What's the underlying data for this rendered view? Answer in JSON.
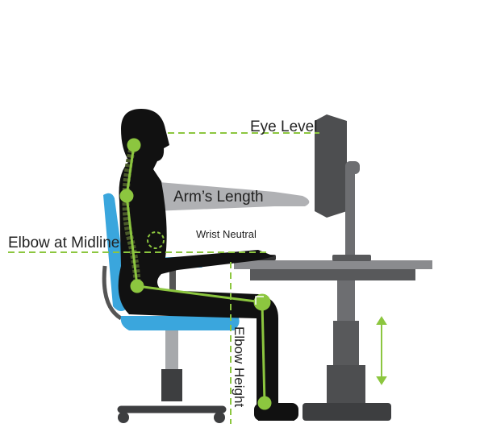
{
  "labels": {
    "eye_level": "Eye Level",
    "arms_length": "Arm’s Length",
    "elbow_midline": "Elbow at Midline",
    "wrist_neutral": "Wrist Neutral",
    "elbow_height": "Elbow Height"
  },
  "colors": {
    "guide_green": "#8cc63f",
    "chair_blue": "#3aa6dd",
    "silhouette": "#111111",
    "desk_gray": "#6d6e71",
    "arm_gray": "#a7a9ac"
  }
}
